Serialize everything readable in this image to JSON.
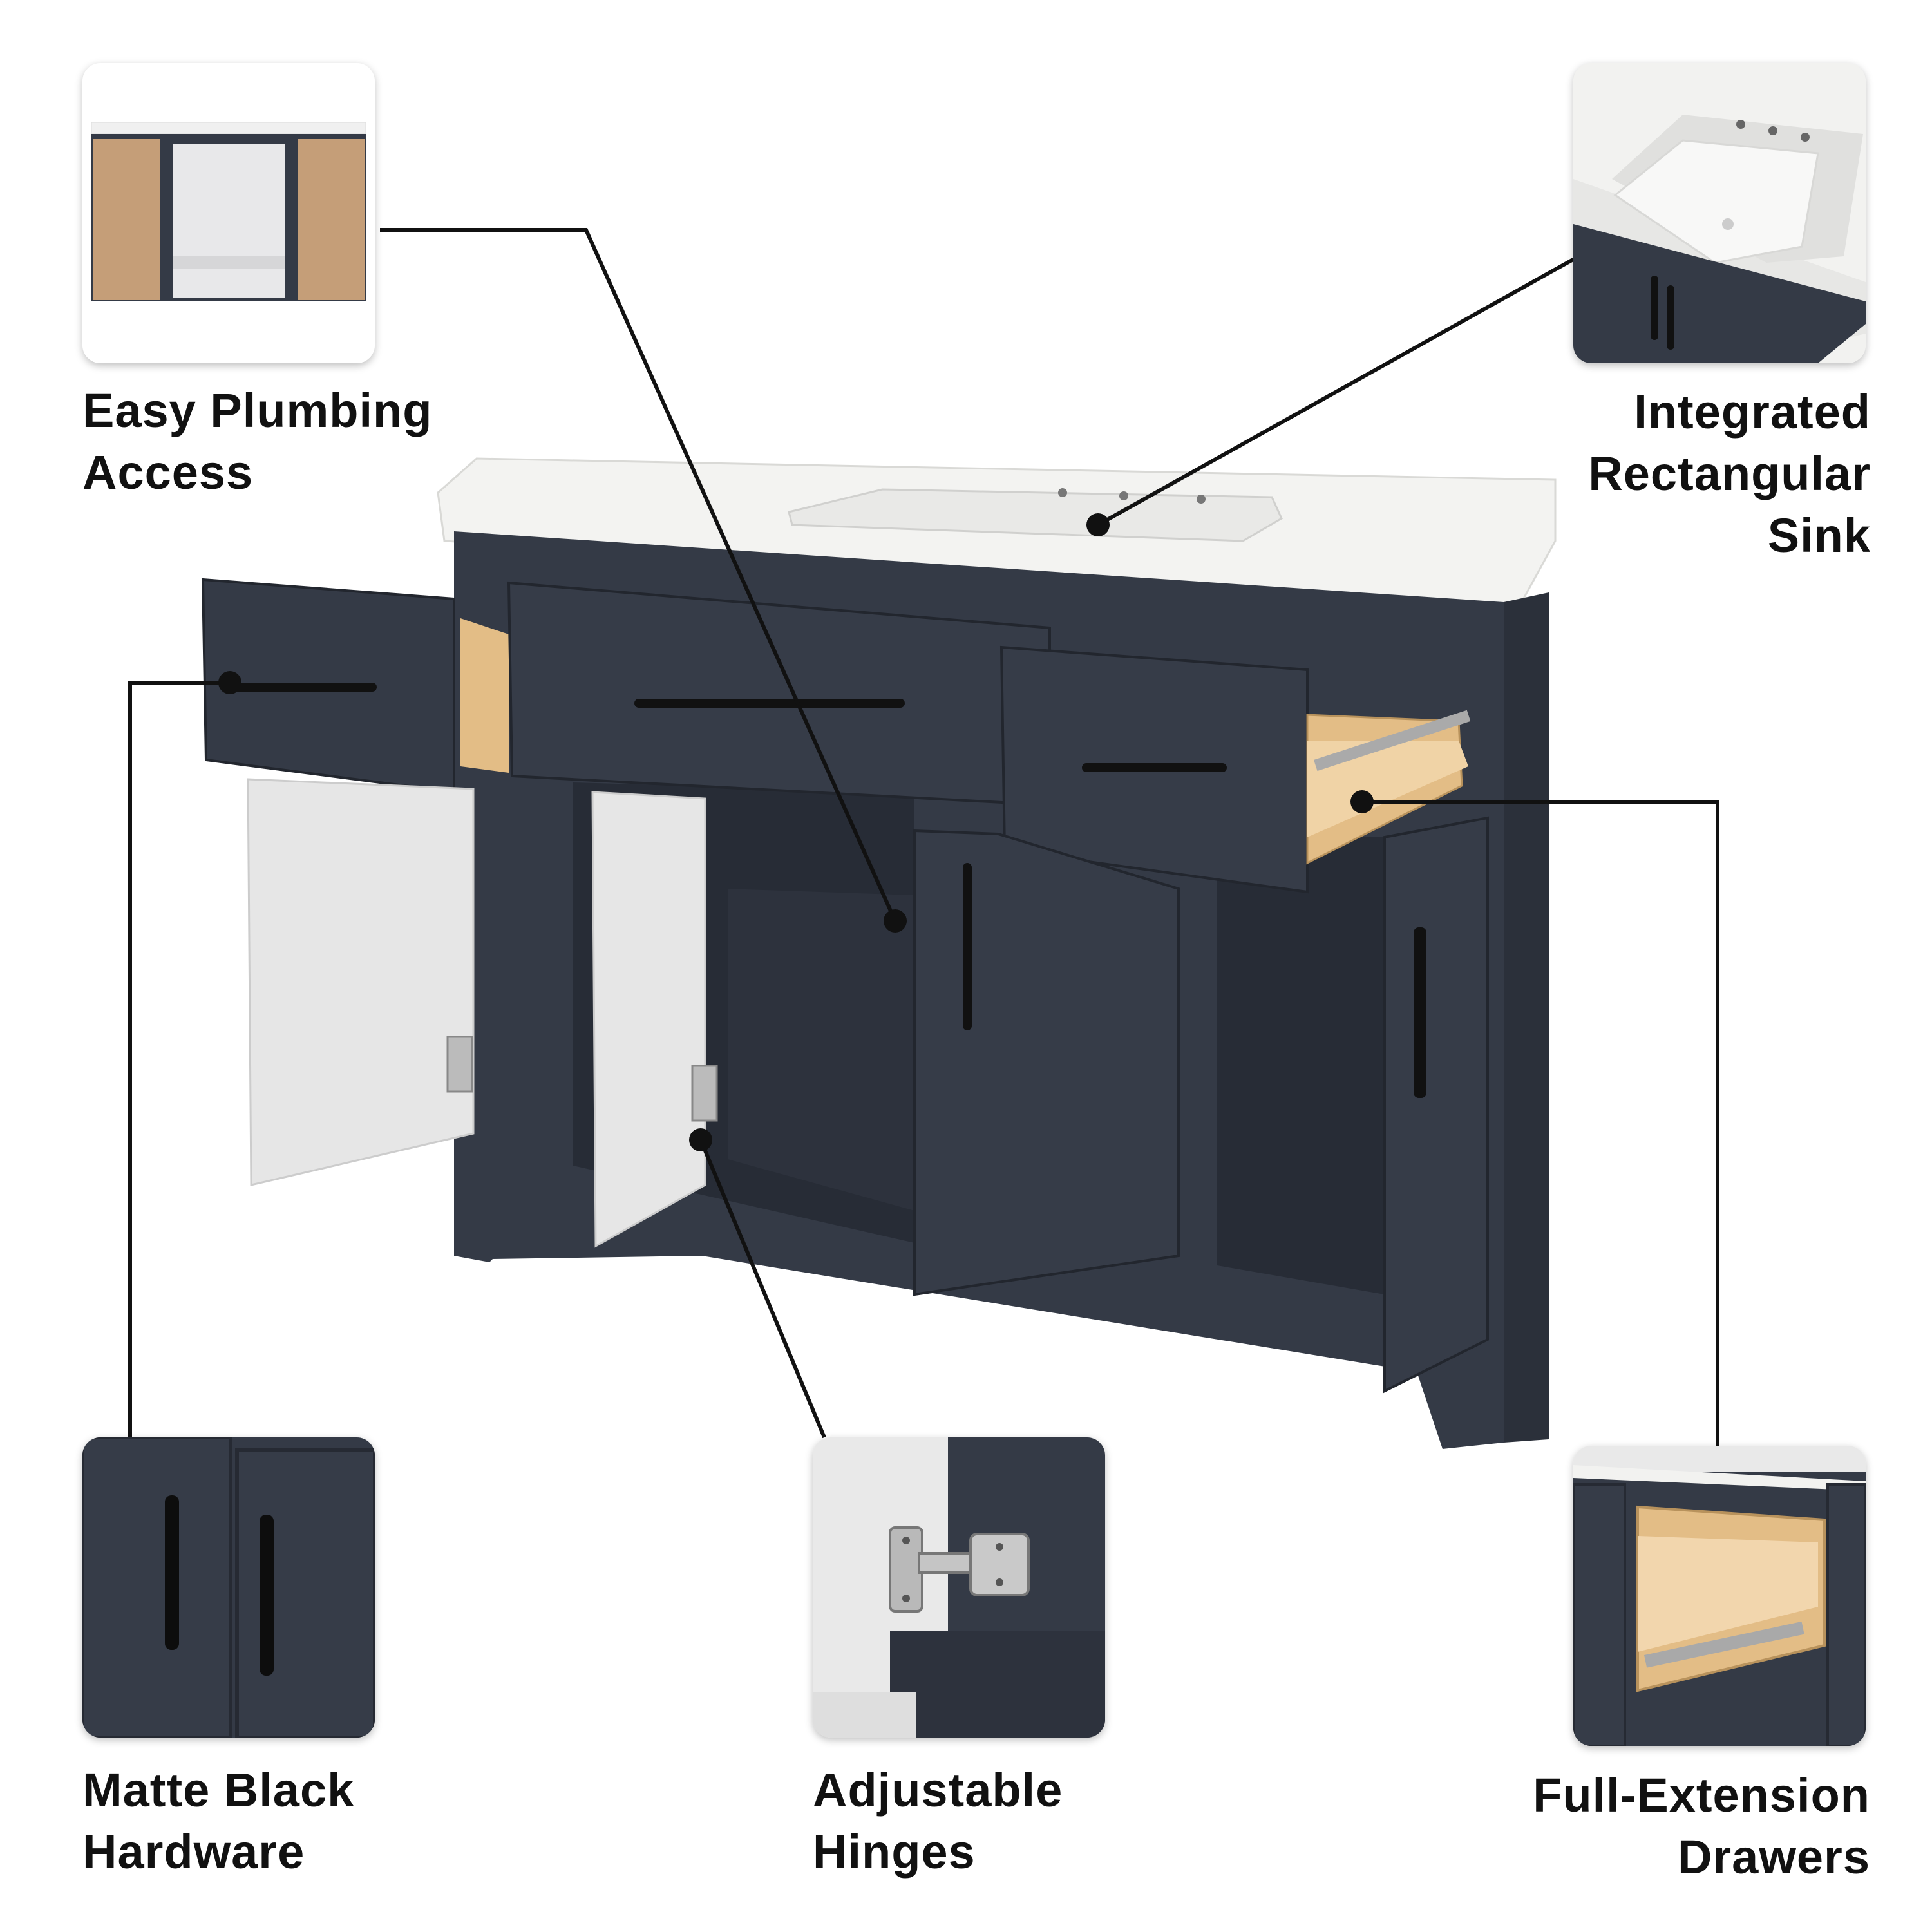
{
  "features": {
    "plumbing": {
      "lines": [
        "Easy Plumbing",
        "Access"
      ]
    },
    "sink": {
      "lines": [
        "Integrated",
        "Rectangular",
        "Sink"
      ]
    },
    "hardware": {
      "lines": [
        "Matte Black",
        "Hardware"
      ]
    },
    "hinges": {
      "lines": [
        "Adjustable",
        "Hinges"
      ]
    },
    "drawers": {
      "lines": [
        "Full-Extension",
        "Drawers"
      ]
    }
  },
  "colors": {
    "cabinet": "#343a46",
    "cabinet_dark": "#272c36",
    "countertop": "#f3f3f1",
    "wood": "#e3bd86",
    "door_inside": "#e6e6e6",
    "leader": "#111111"
  }
}
